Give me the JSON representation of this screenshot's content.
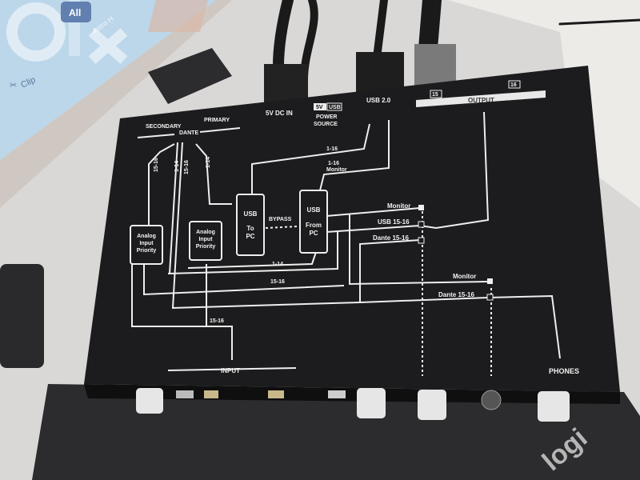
{
  "photo": {
    "watermark": "olx",
    "screen": {
      "chip": "All",
      "menu_item": "Clip",
      "banner": "Astro H"
    },
    "mousepad_brand": "logi",
    "colors": {
      "device": "#1c1c1e",
      "print": "#eeeeee",
      "desk": "#d9d8d6",
      "screen": "#bcd6ea",
      "mat": "#2c2c2e"
    }
  },
  "panel": {
    "dante": {
      "title": "DANTE",
      "secondary": "SECONDARY",
      "primary": "PRIMARY"
    },
    "dc_in": "5V DC IN",
    "power": {
      "opt1": "5V",
      "opt2": "USB",
      "label1": "POWER",
      "label2": "SOURCE"
    },
    "usb": "USB 2.0",
    "output": {
      "title": "OUTPUT",
      "ch_left": "15",
      "ch_right": "16"
    },
    "signals": {
      "s1516a": "15-16",
      "s114a": "1-14",
      "s1516b": "15-16",
      "s114b": "1-14",
      "to_usb": "1-16",
      "mon_line1": "1-16",
      "mon_line2": "Monitor",
      "bypass": "BYPASS",
      "ret114": "1-14",
      "ret1516": "15-16",
      "in1516": "15-16"
    },
    "blocks": {
      "aip_label": [
        "Analog",
        "Input",
        "Priority"
      ],
      "usb_to_pc": [
        "USB",
        "To",
        "PC"
      ],
      "usb_from_pc": [
        "USB",
        "From",
        "PC"
      ]
    },
    "output_select": {
      "monitor": "Monitor",
      "usb": "USB 15-16",
      "dante": "Dante 15-16"
    },
    "phones_select": {
      "monitor": "Monitor",
      "dante": "Dante 15-16"
    },
    "input": "INPUT",
    "phones": "PHONES"
  }
}
